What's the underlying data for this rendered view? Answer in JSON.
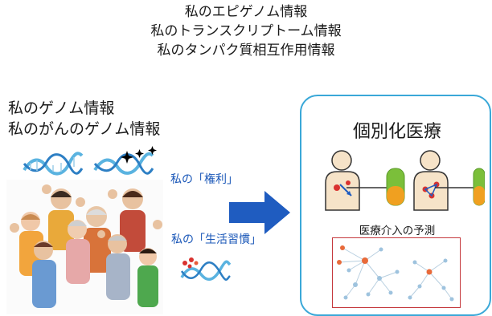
{
  "header": {
    "line1": "私のエピゲノム情報",
    "line2": "私のトランスクリプトーム情報",
    "line3": "私のタンパク質相互作用情報"
  },
  "left": {
    "line1": "私のゲノム情報",
    "line2": "私のがんのゲノム情報"
  },
  "labels": {
    "rights": "私の「権利」",
    "habits": "私の「生活習慣」"
  },
  "panel": {
    "title": "個別化医療",
    "predict": "医療介入の予測"
  },
  "colors": {
    "arrow": "#1f5cc0",
    "panel_border": "#3aa8d8",
    "label_blue": "#1a57b8",
    "net_border": "#c5383d"
  }
}
